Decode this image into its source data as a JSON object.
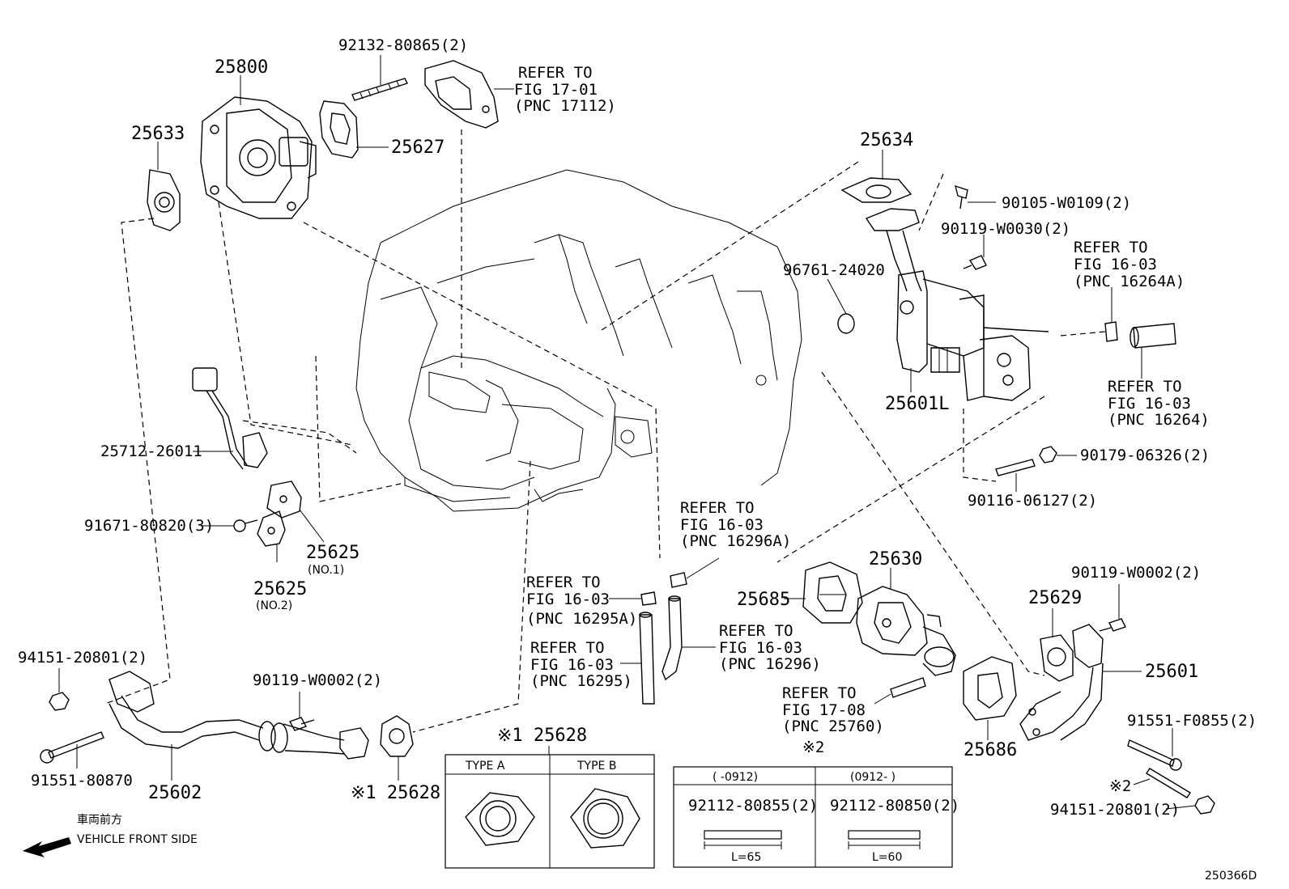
{
  "labels": {
    "p25800": "25800",
    "p92132": "92132-80865(2)",
    "refer_17_01_a": "REFER TO",
    "refer_17_01_b": "FIG 17-01",
    "refer_17_01_c": "(PNC 17112)",
    "p25633": "25633",
    "p25627": "25627",
    "p25634": "25634",
    "p90105": "90105-W0109(2)",
    "p90119_w0030": "90119-W0030(2)",
    "p96761": "96761-24020",
    "refer_16264a_a": "REFER TO",
    "refer_16264a_b": "FIG 16-03",
    "refer_16264a_c": "(PNC 16264A)",
    "refer_16264_a": "REFER TO",
    "refer_16264_b": "FIG 16-03",
    "refer_16264_c": "(PNC 16264)",
    "p25601L": "25601L",
    "p90179": "90179-06326(2)",
    "p90116": "90116-06127(2)",
    "p25712": "25712-26011",
    "p91671": "91671-80820(3)",
    "p25625_1": "25625",
    "p25625_1_note": "(NO.1)",
    "p25625_2": "25625",
    "p25625_2_note": "(NO.2)",
    "refer_16296a_a": "REFER TO",
    "refer_16296a_b": "FIG 16-03",
    "refer_16296a_c": "(PNC 16296A)",
    "refer_16295a_a": "REFER TO",
    "refer_16295a_b": "FIG 16-03",
    "refer_16295a_c": "(PNC 16295A)",
    "refer_16295_a": "REFER TO",
    "refer_16295_b": "FIG 16-03",
    "refer_16295_c": "(PNC 16295)",
    "refer_16296_a": "REFER TO",
    "refer_16296_b": "FIG 16-03",
    "refer_16296_c": "(PNC 16296)",
    "p25630": "25630",
    "p25685": "25685",
    "p90119_w0002_r": "90119-W0002(2)",
    "p25629": "25629",
    "p25601": "25601",
    "p94151_l": "94151-20801(2)",
    "p90119_w0002_l": "90119-W0002(2)",
    "p91551_80870": "91551-80870",
    "p25602": "25602",
    "p25628_a": "※1 25628",
    "p25628_b": "※1 25628",
    "refer_25760_a": "REFER TO",
    "refer_25760_b": "FIG 17-08",
    "refer_25760_c": "(PNC 25760)",
    "p25686": "25686",
    "p91551_f0855": "91551-F0855(2)",
    "note2_a": "※2",
    "note2_b": "※2",
    "p94151_r": "94151-20801(2)",
    "front_jp": "車両前方",
    "front_en": "VEHICLE FRONT SIDE",
    "fig_code": "250366D"
  },
  "table_25628": {
    "type_a": "TYPE A",
    "type_b": "TYPE B"
  },
  "table_stud": {
    "range_a": "(      -0912)",
    "range_b": "(0912-      )",
    "part_a": "92112-80855(2)",
    "part_b": "92112-80850(2)",
    "len_a": "L=65",
    "len_b": "L=60"
  }
}
